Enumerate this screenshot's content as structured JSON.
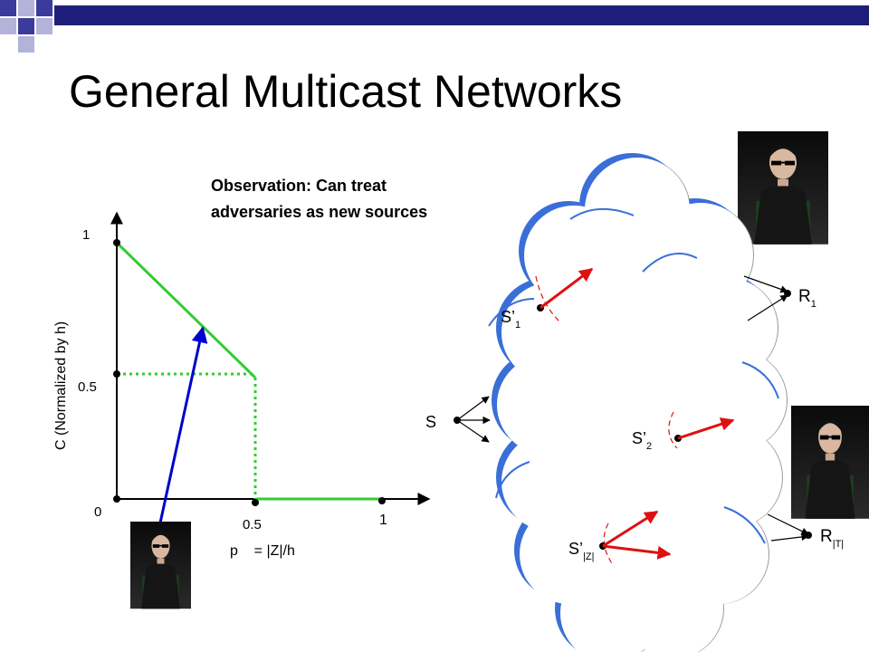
{
  "title": "General Multicast Networks",
  "observation": {
    "line1": "Observation: Can treat",
    "line2": "adversaries as new sources"
  },
  "chart": {
    "y_axis_label": "C   (Normalized by h)",
    "x_axis_label": "p    = |Z|/h",
    "y_ticks": [
      "1",
      "0.5",
      "0"
    ],
    "x_ticks": [
      "0.5",
      "1"
    ]
  },
  "network": {
    "source": "S",
    "adversary_1": "S’",
    "adversary_1_sub": "1",
    "adversary_2": "S’",
    "adversary_2_sub": "2",
    "adversary_z": "S’",
    "adversary_z_sub": "|Z|",
    "receiver_1": "R",
    "receiver_1_sub": "1",
    "receiver_t": "R",
    "receiver_t_sub": "|T|"
  },
  "colors": {
    "title_bar_blue": "#1f1f7a",
    "title_squares_blue": "#3b3b9c",
    "title_squares_light": "#b3b3d9",
    "capacity_green": "#33cc33",
    "arrow_blue": "#0000cc",
    "adversary_red": "#dd1111",
    "cloud_blue": "#3a6fd8",
    "cloud_gray": "#9a9a9a"
  },
  "icons": [
    "adversary-figure-icon"
  ]
}
